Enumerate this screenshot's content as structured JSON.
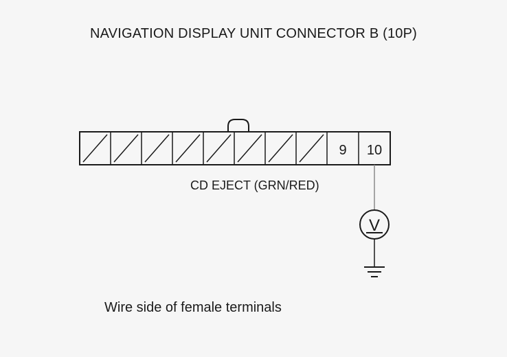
{
  "title": "NAVIGATION DISPLAY UNIT CONNECTOR B (10P)",
  "connector": {
    "pin_count": 10,
    "labeled_pins": [
      "9",
      "10"
    ]
  },
  "wire_label": "CD EJECT (GRN/RED)",
  "meter_symbol": "V",
  "caption": "Wire side of female terminals",
  "colors": {
    "background": "#f6f6f6",
    "line": "#1a1a1a",
    "wire": "#8a8a8a"
  },
  "icons": [
    "voltmeter-icon",
    "ground-icon",
    "connector-latch-icon"
  ]
}
